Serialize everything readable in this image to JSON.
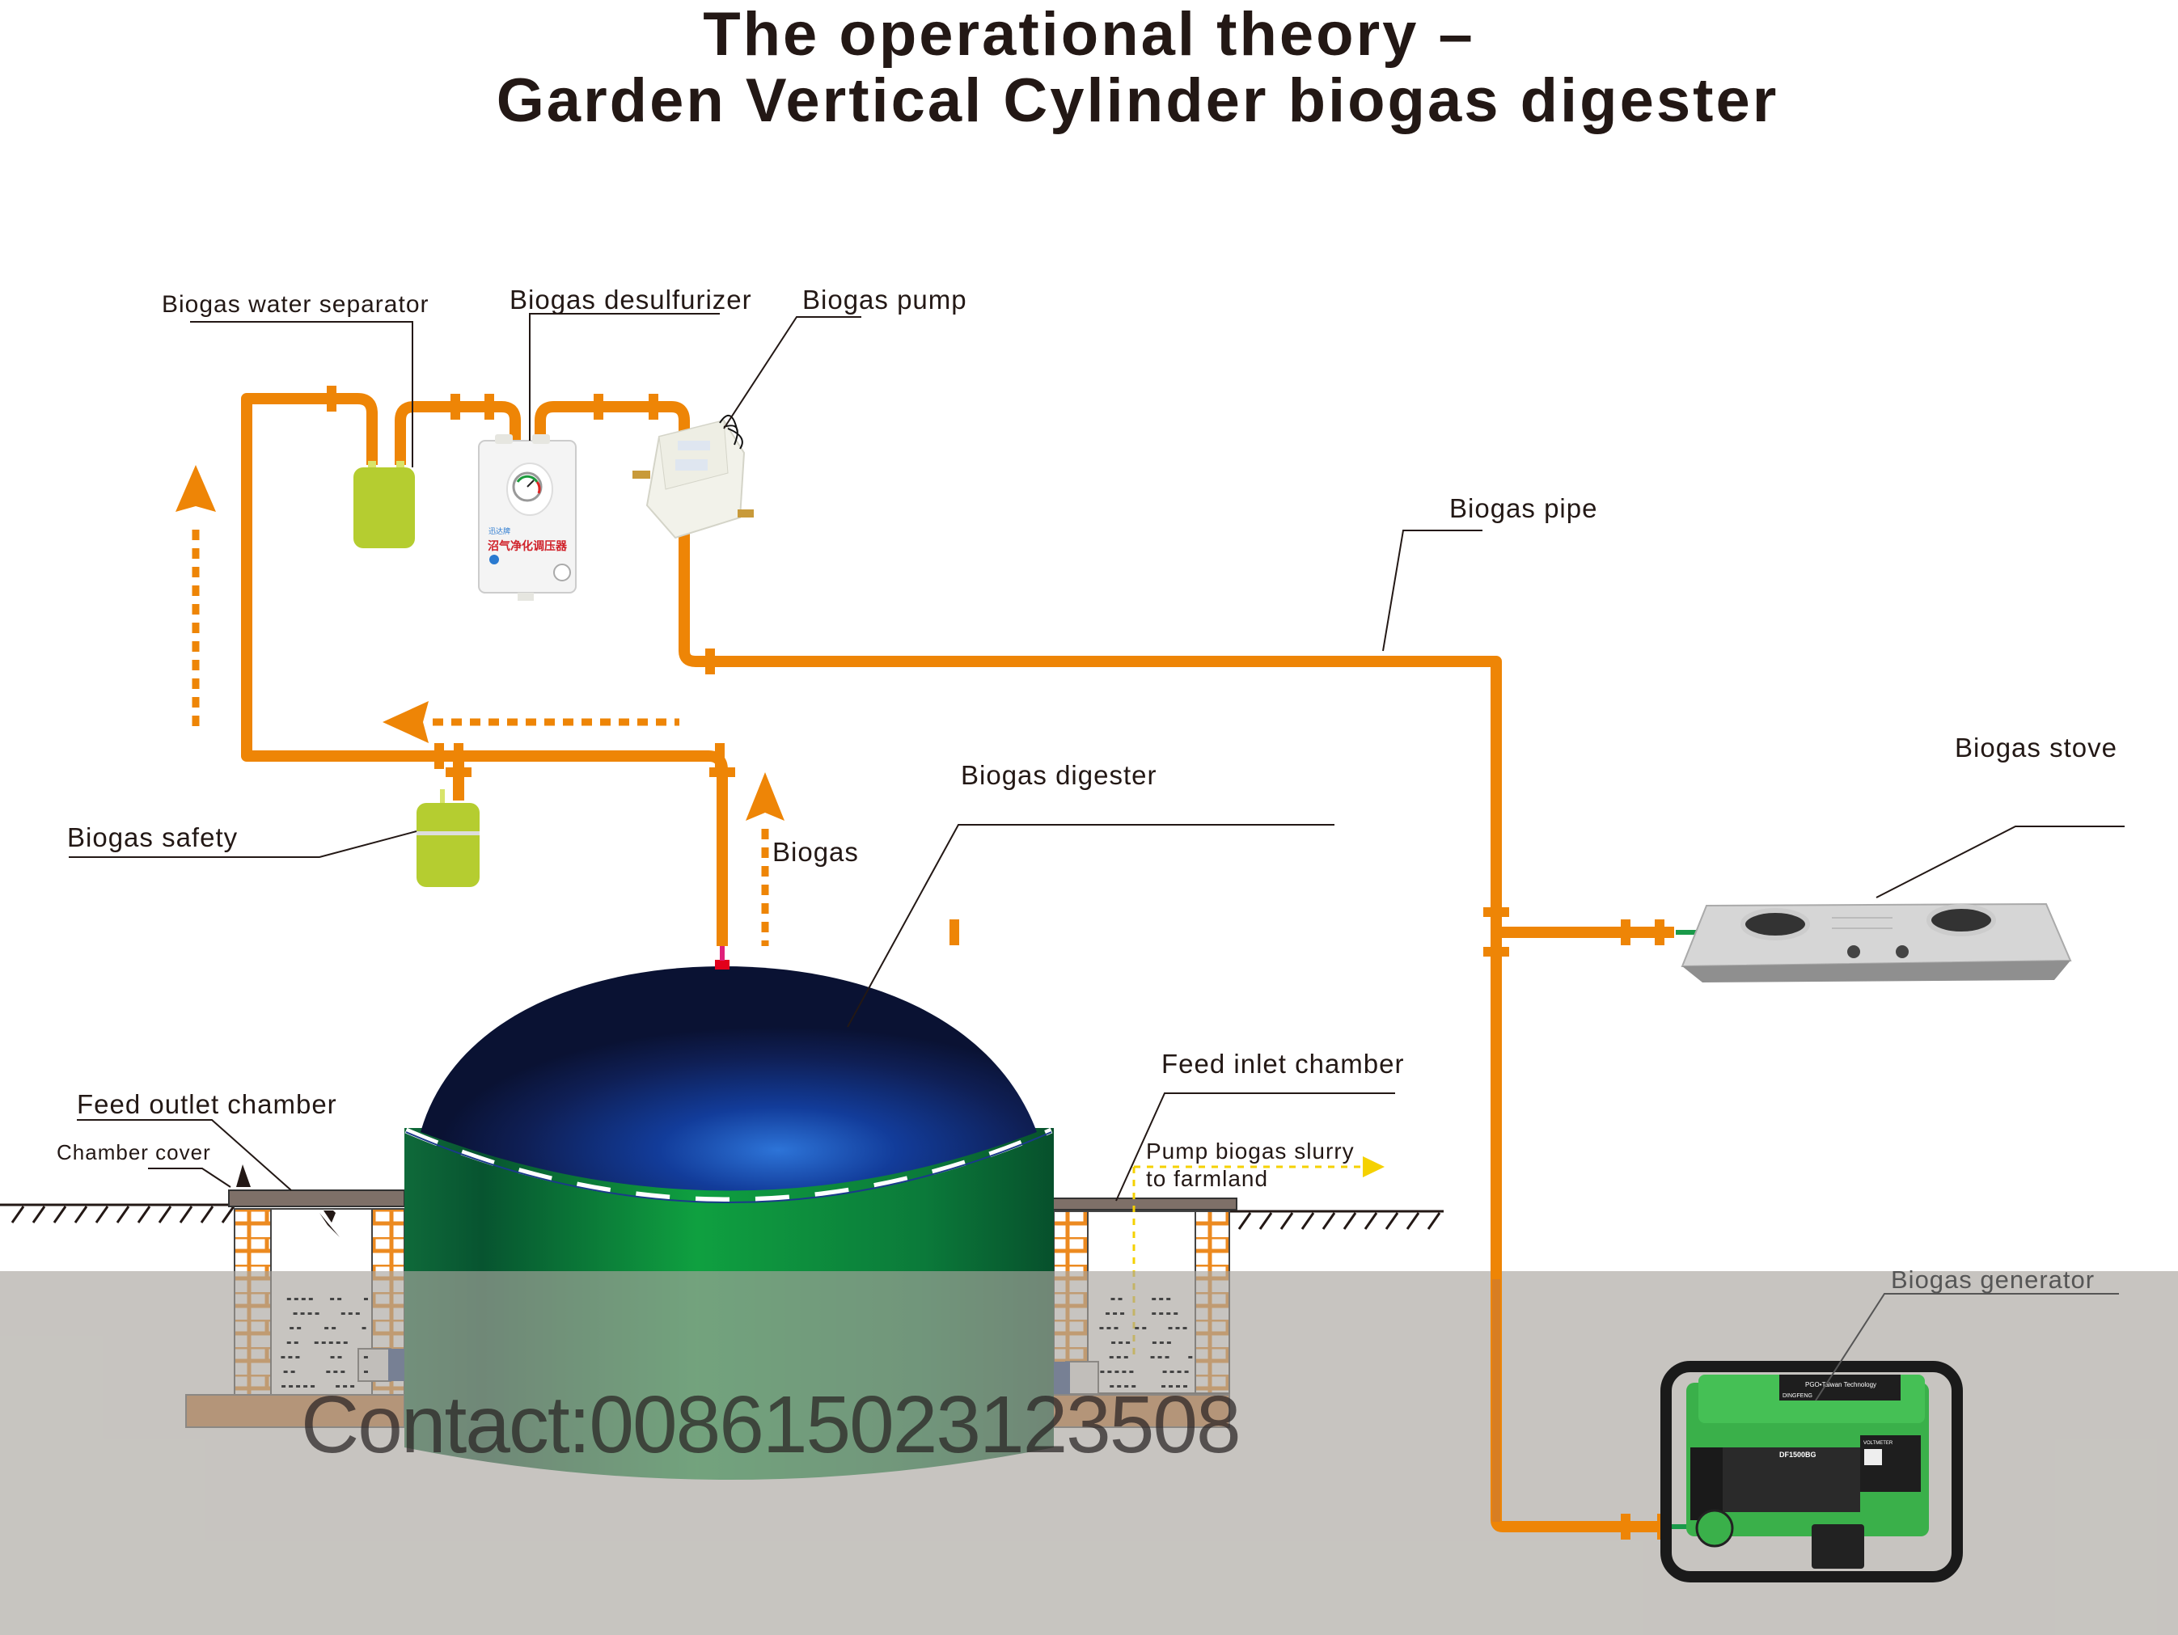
{
  "title": {
    "line1": "The operational theory –",
    "line2": "Garden Vertical Cylinder biogas digester"
  },
  "labels": {
    "water_separator": "Biogas water separator",
    "desulfurizer": "Biogas desulfurizer",
    "pump": "Biogas pump",
    "pipe": "Biogas pipe",
    "stove": "Biogas  stove",
    "safety": "Biogas safety",
    "biogas_flow": "Biogas",
    "digester": "Biogas digester",
    "feed_outlet": "Feed outlet chamber",
    "chamber_cover": "Chamber cover",
    "feed_inlet": "Feed inlet chamber",
    "slurry_line1": "Pump biogas  slurry",
    "slurry_line2": "to farmland",
    "generator": "Biogas generator"
  },
  "desulfurizer_panel": {
    "brand": "迅达牌",
    "name": "沼气净化调压器"
  },
  "generator_panel": {
    "brand": "DINGFENG",
    "tagline": "PGO•Taiwan Technology",
    "model": "DF1500BG",
    "voltmeter": "VOLTMETER"
  },
  "contact": "Contact:008615023123508",
  "colors": {
    "pipe": "#ee8506",
    "pipe_underground": "#c97a35",
    "tank": "#b5cd30",
    "dome": "#0e1a45",
    "dome_glow": "#2a6ad0",
    "cylinder": "#0a8a3a",
    "ground": "#c6c3be",
    "brick": "#ec8a20",
    "slurry_arrow": "#f5d100",
    "text": "#231815"
  }
}
